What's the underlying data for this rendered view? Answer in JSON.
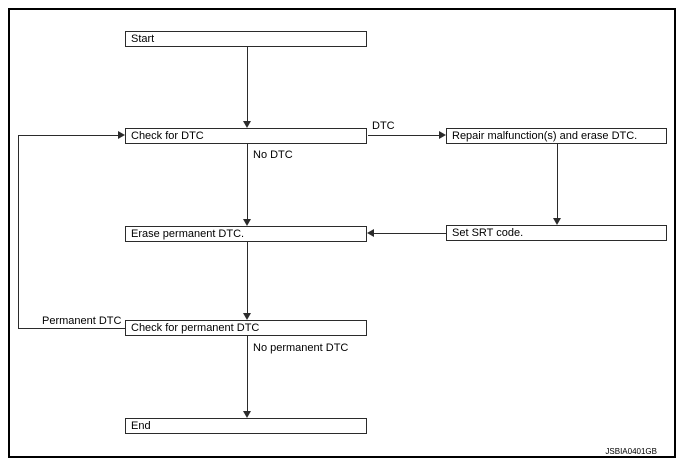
{
  "diagram": {
    "figure_code": "JSBIA0401GB",
    "colors": {
      "background": "#ffffff",
      "frame": "#000000",
      "line": "#2b2b2b",
      "text": "#000000"
    },
    "nodes": [
      {
        "id": "start",
        "label": "Start"
      },
      {
        "id": "check-dtc",
        "label": "Check for DTC"
      },
      {
        "id": "repair-erase",
        "label": "Repair malfunction(s) and erase DTC."
      },
      {
        "id": "erase-permanent",
        "label": "Erase permanent DTC."
      },
      {
        "id": "set-srt",
        "label": "Set SRT code."
      },
      {
        "id": "check-permanent",
        "label": "Check for permanent DTC"
      },
      {
        "id": "end",
        "label": "End"
      }
    ],
    "edges": [
      {
        "from": "start",
        "to": "check-dtc",
        "label": ""
      },
      {
        "from": "check-dtc",
        "to": "repair-erase",
        "label": "DTC"
      },
      {
        "from": "check-dtc",
        "to": "erase-permanent",
        "label": "No DTC"
      },
      {
        "from": "repair-erase",
        "to": "set-srt",
        "label": ""
      },
      {
        "from": "set-srt",
        "to": "erase-permanent",
        "label": ""
      },
      {
        "from": "erase-permanent",
        "to": "check-permanent",
        "label": ""
      },
      {
        "from": "check-permanent",
        "to": "check-dtc",
        "label": "Permanent DTC"
      },
      {
        "from": "check-permanent",
        "to": "end",
        "label": "No permanent DTC"
      }
    ]
  }
}
